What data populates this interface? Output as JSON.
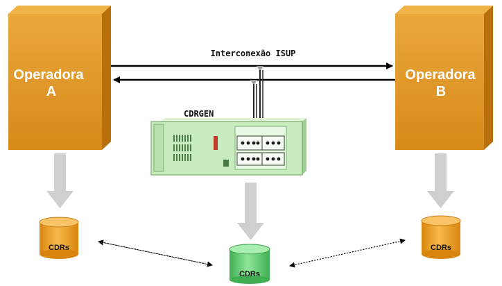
{
  "diagram": {
    "connection_label": "Interconexão ISUP",
    "device_label": "CDRGEN",
    "operator_a": {
      "line1": "Operadora",
      "line2": "A"
    },
    "operator_b": {
      "line1": "Operadora",
      "line2": "B"
    },
    "cdr_left": "CDRs",
    "cdr_center": "CDRs",
    "cdr_right": "CDRs"
  },
  "colors": {
    "operator_front": "#e39a1e",
    "operator_side": "#b96f0c",
    "operator_top": "#f0b347",
    "cdr_orange": "#f2a623",
    "cdr_green": "#5ccc6c",
    "device_green": "#c8ecc0",
    "arrow_gray": "#cfcfcf"
  }
}
